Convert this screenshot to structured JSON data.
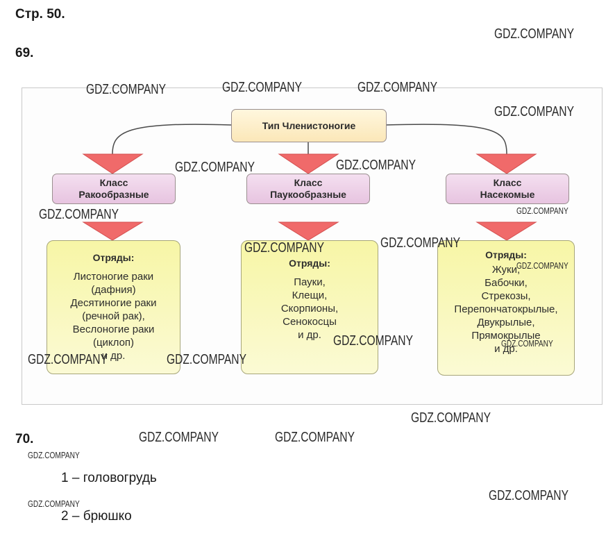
{
  "page": {
    "page_ref": "Стр. 50.",
    "task_69": "69.",
    "task_70": "70."
  },
  "diagram": {
    "root": "Тип Членистоногие",
    "classes": [
      {
        "label_line1": "Класс",
        "label_line2": "Ракообразные",
        "orders_title": "Отряды:",
        "items": [
          "Листоногие раки",
          "(дафния)",
          "Десятиногие раки",
          "(речной рак),",
          "Веслоногие раки",
          "(циклоп)",
          "и др."
        ]
      },
      {
        "label_line1": "Класс",
        "label_line2": "Паукообразные",
        "orders_title": "Отряды:",
        "items": [
          "Пауки,",
          "Клещи,",
          "Скорпионы,",
          "Сенокосцы",
          "и др."
        ]
      },
      {
        "label_line1": "Класс",
        "label_line2": "Насекомые",
        "orders_title": "Отряды:",
        "items": [
          "Жуки,",
          "Бабочки,",
          "Стрекозы,",
          "Перепончатокрылые,",
          "Двукрылые,",
          "Прямокрылые",
          "и др."
        ]
      }
    ]
  },
  "answers": [
    "1 – головогрудь",
    "2 – брюшко"
  ],
  "watermark": "GDZ.COMPANY",
  "colors": {
    "arrow": "#f06a6a",
    "connector": "#4a4a4a",
    "root_fill": "#fbe7b8",
    "class_fill": "#e7c4e0",
    "box_fill": "#f7f6a6"
  }
}
